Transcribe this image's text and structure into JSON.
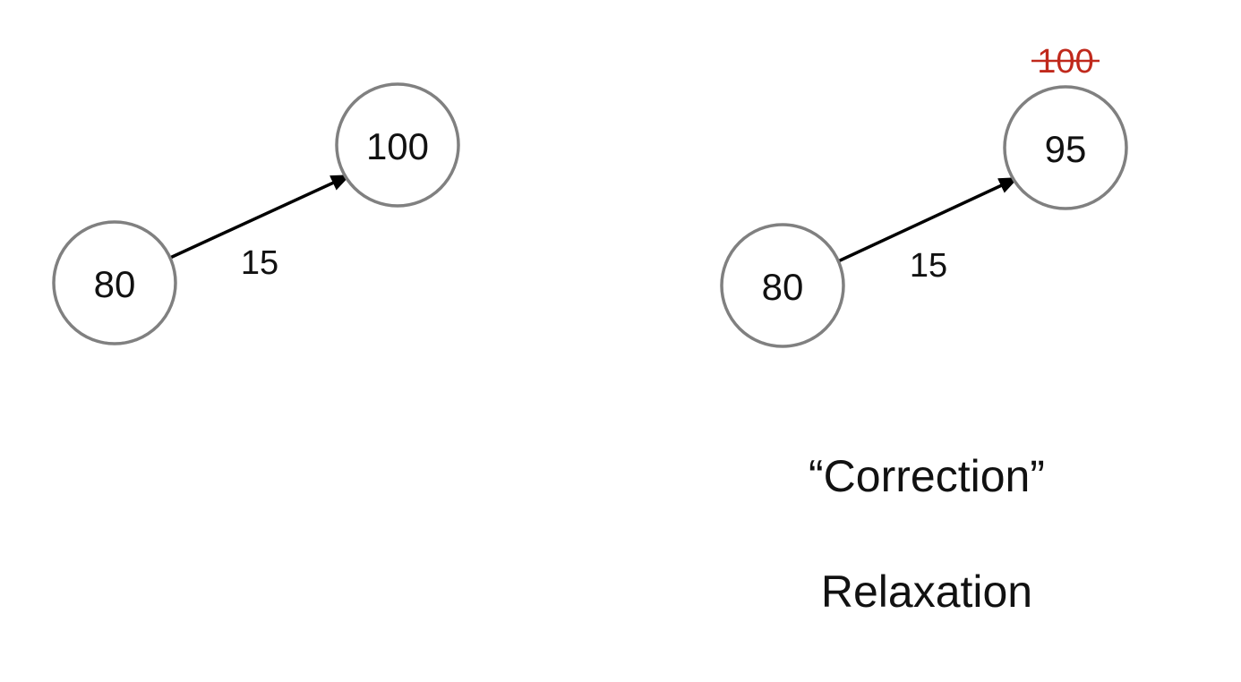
{
  "colors": {
    "node_stroke": "#808080",
    "edge": "#000000",
    "correction": "#c0291c"
  },
  "left": {
    "source_value": "80",
    "target_value": "100",
    "edge_weight": "15"
  },
  "right": {
    "source_value": "80",
    "target_value": "95",
    "target_old_value": "100",
    "edge_weight": "15"
  },
  "captions": {
    "correction": "“Correction”",
    "relaxation": "Relaxation"
  }
}
